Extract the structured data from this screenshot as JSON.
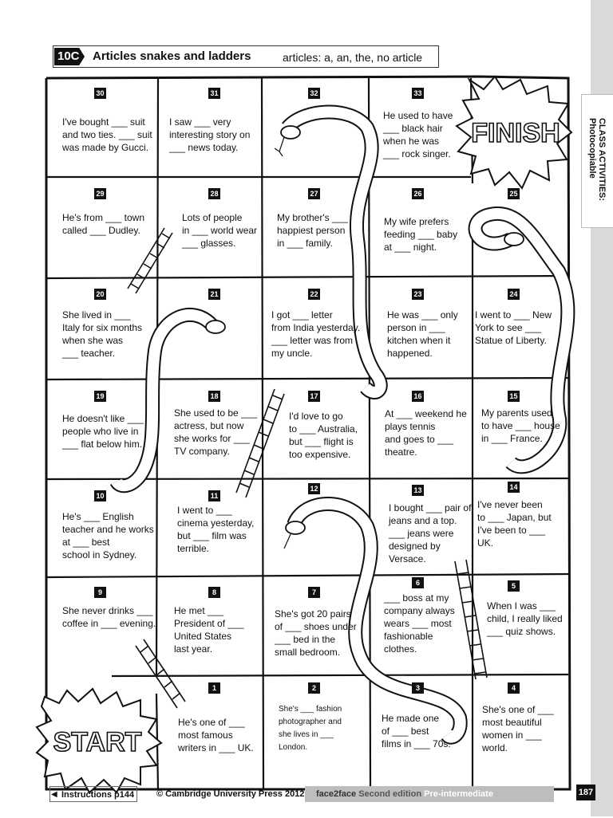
{
  "header": {
    "badge": "10C",
    "title": "Articles snakes and ladders",
    "subtitle": "articles: a, an, the, no article"
  },
  "side_tab": {
    "line1": "CLASS ACTIVITIES:",
    "line2": "Photocopiable"
  },
  "labels": {
    "start": "START",
    "finish": "FINISH"
  },
  "cells": [
    {
      "n": "30",
      "lines": [
        "I've bought ___ suit",
        "and two ties. ___ suit",
        "was made by Gucci."
      ]
    },
    {
      "n": "31",
      "lines": [
        "I saw ___ very",
        "interesting story on",
        "___ news today."
      ]
    },
    {
      "n": "32",
      "lines": []
    },
    {
      "n": "33",
      "lines": [
        "He used to have",
        "___ black hair",
        "when he was",
        "___ rock singer."
      ]
    },
    {
      "n": "29",
      "lines": [
        "He's from ___ town",
        "called ___ Dudley."
      ]
    },
    {
      "n": "28",
      "lines": [
        "Lots of people",
        "in ___ world wear",
        "___ glasses."
      ]
    },
    {
      "n": "27",
      "lines": [
        "My brother's ___",
        "happiest person",
        "in ___ family."
      ]
    },
    {
      "n": "26",
      "lines": [
        "My wife prefers",
        "feeding ___ baby",
        "at ___ night."
      ]
    },
    {
      "n": "25",
      "lines": []
    },
    {
      "n": "20",
      "lines": [
        "She lived in ___",
        "Italy for six months",
        "when she was",
        "___ teacher."
      ]
    },
    {
      "n": "21",
      "lines": []
    },
    {
      "n": "22",
      "lines": [
        "I got ___ letter",
        "from India yesterday.",
        "___ letter was from",
        "my uncle."
      ]
    },
    {
      "n": "23",
      "lines": [
        "He was ___ only",
        "person in ___",
        "kitchen when it",
        "happened."
      ]
    },
    {
      "n": "24",
      "lines": [
        "I went to ___ New",
        "York to see ___",
        "Statue of Liberty."
      ]
    },
    {
      "n": "19",
      "lines": [
        "He doesn't like ___",
        "people who live in",
        "___ flat below him."
      ]
    },
    {
      "n": "18",
      "lines": [
        "She used to be ___",
        "actress, but now",
        "she works for ___",
        "TV company."
      ]
    },
    {
      "n": "17",
      "lines": [
        "I'd love to go",
        "to ___ Australia,",
        "but ___ flight is",
        "too expensive."
      ]
    },
    {
      "n": "16",
      "lines": [
        "At ___ weekend he",
        "plays tennis",
        "and goes to ___",
        "theatre."
      ]
    },
    {
      "n": "15",
      "lines": [
        "My parents used",
        "to have ___ house",
        "in ___ France."
      ]
    },
    {
      "n": "10",
      "lines": [
        "He's ___ English",
        "teacher and he works",
        "at ___ best",
        "school in Sydney."
      ]
    },
    {
      "n": "11",
      "lines": [
        "I went to ___",
        "cinema yesterday,",
        "but ___ film was",
        "terrible."
      ]
    },
    {
      "n": "12",
      "lines": []
    },
    {
      "n": "13",
      "lines": [
        "I bought ___ pair of",
        "jeans and a top.",
        "___ jeans were",
        "designed by",
        "Versace."
      ]
    },
    {
      "n": "14",
      "lines": [
        "I've never been",
        "to ___ Japan, but",
        "I've been to ___",
        "UK."
      ]
    },
    {
      "n": "9",
      "lines": [
        "She never drinks ___",
        "coffee in ___ evening."
      ]
    },
    {
      "n": "8",
      "lines": [
        "He met ___",
        "President of ___",
        "United States",
        "last year."
      ]
    },
    {
      "n": "7",
      "lines": [
        "She's got 20 pairs",
        "of ___ shoes under",
        "___ bed in the",
        "small bedroom."
      ]
    },
    {
      "n": "6",
      "lines": [
        "___ boss at my",
        "company always",
        "wears ___ most",
        "fashionable",
        "clothes."
      ]
    },
    {
      "n": "5",
      "lines": [
        "When I was ___",
        "child, I really liked",
        "___ quiz shows."
      ]
    },
    {
      "n": "1",
      "lines": [
        "He's one of ___",
        "most famous",
        "writers in ___ UK."
      ]
    },
    {
      "n": "2",
      "lines": [
        "She's ___ fashion",
        "photographer and",
        "she lives in ___",
        "London."
      ]
    },
    {
      "n": "3",
      "lines": [
        "He made one",
        "of ___ best",
        "films in ___ 70s."
      ]
    },
    {
      "n": "4",
      "lines": [
        "She's one of ___",
        "most beautiful",
        "women in ___",
        "world."
      ]
    }
  ],
  "footer": {
    "instructions": "Instructions p144",
    "copyright": "© Cambridge University Press 2012",
    "brand": "face2face",
    "edition": "Second edition",
    "level": "Pre-intermediate Photocopiable",
    "page": "187"
  }
}
